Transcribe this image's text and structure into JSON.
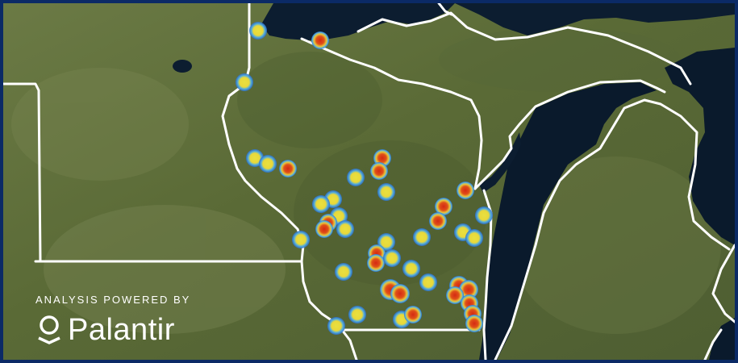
{
  "map": {
    "style": "satellite",
    "colors": {
      "land": "#5d6b3c",
      "water": "#0a1c2e",
      "borders": "#ffffff",
      "frame": "#0b2a66",
      "heat_low": "#3b8fe0",
      "heat_mid": "#e6e23a",
      "heat_high": "#d42a14"
    }
  },
  "credit": {
    "prefix": "ANALYSIS POWERED BY",
    "brand": "Palantir",
    "logo_icon": "palantir-logo-icon"
  }
}
